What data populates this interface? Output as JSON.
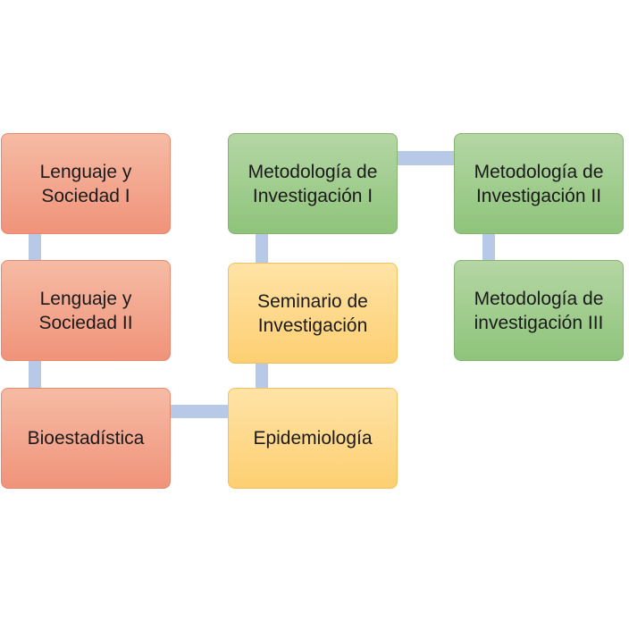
{
  "nodes": {
    "lenguaje_1": "Lenguaje y\nSociedad I",
    "lenguaje_2": "Lenguaje y\nSociedad II",
    "bioestadistica": "Bioestadística",
    "epidemiologia": "Epidemiología",
    "seminario": "Seminario de\nInvestigación",
    "metodologia_1": "Metodología de\nInvestigación I",
    "metodologia_2": "Metodología de\nInvestigación II",
    "metodologia_3": "Metodología de\ninvestigación III"
  },
  "edges": [
    [
      "lenguaje_1",
      "lenguaje_2"
    ],
    [
      "lenguaje_2",
      "bioestadistica"
    ],
    [
      "bioestadistica",
      "epidemiologia"
    ],
    [
      "epidemiologia",
      "seminario"
    ],
    [
      "seminario",
      "metodologia_1"
    ],
    [
      "metodologia_1",
      "metodologia_2"
    ],
    [
      "metodologia_2",
      "metodologia_3"
    ]
  ],
  "colors": {
    "orange_track": "#f0937a",
    "yellow_track": "#fdcf72",
    "green_track": "#8fc47b",
    "connector": "#b7c9e6"
  }
}
